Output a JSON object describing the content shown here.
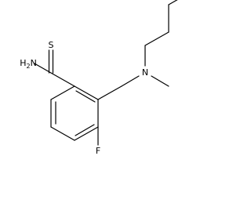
{
  "molecule": {
    "atoms": [
      {
        "id": "s",
        "element": "S",
        "label": "S"
      },
      {
        "id": "nh2",
        "element": "N",
        "label": "H2N"
      },
      {
        "id": "n",
        "element": "N",
        "label": "N"
      },
      {
        "id": "f",
        "element": "F",
        "label": "F"
      }
    ],
    "bonds": [
      {
        "id": "thioamide-cs",
        "order": 2
      },
      {
        "id": "thioamide-cn",
        "order": 1
      },
      {
        "id": "ring-to-thioamide",
        "order": 1
      },
      {
        "id": "ring-1",
        "order": 2
      },
      {
        "id": "ring-2",
        "order": 1
      },
      {
        "id": "ring-3",
        "order": 2
      },
      {
        "id": "ring-4",
        "order": 1
      },
      {
        "id": "ring-5",
        "order": 2
      },
      {
        "id": "ring-6",
        "order": 1
      },
      {
        "id": "ring-to-fluorine",
        "order": 1
      },
      {
        "id": "ring-to-ch2",
        "order": 1
      },
      {
        "id": "ch2-to-n",
        "order": 1
      },
      {
        "id": "n-to-methyl",
        "order": 1
      },
      {
        "id": "n-to-butyl",
        "order": 1
      },
      {
        "id": "butyl-1",
        "order": 1
      },
      {
        "id": "butyl-2",
        "order": 1
      },
      {
        "id": "butyl-3",
        "order": 1
      }
    ]
  }
}
